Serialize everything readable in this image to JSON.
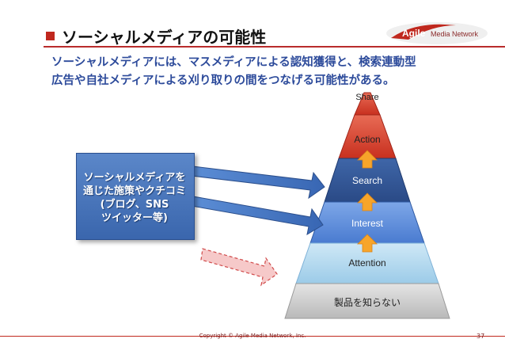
{
  "header": {
    "title": "ソーシャルメディアの可能性",
    "subtitle_lines": [
      "ソーシャルメディアには、マスメディアによる認知獲得と、検索連動型",
      "広告や自社メディアによる刈り取りの間をつなげる可能性がある。"
    ]
  },
  "logo": {
    "brand": "Agile",
    "name": "Media Network"
  },
  "left_box": {
    "lines": [
      "ソーシャルメディアを",
      "通じた施策やクチコミ",
      "(ブログ、SNS",
      "ツイッター等)"
    ]
  },
  "pyramid": {
    "levels": [
      "Share",
      "Action",
      "Search",
      "Interest",
      "Attention",
      "製品を知らない"
    ]
  },
  "footer": {
    "copyright": "Copyright © Agile Media Network, Inc.",
    "page": "37"
  },
  "colors": {
    "accent": "#c0281e",
    "subtitle": "#2d4b9b",
    "red_layer": "#d43a2a",
    "blue_layer": "#4c7fd0",
    "light_layer": "#a9d3ec",
    "gray_layer": "#c9c9c9",
    "up_arrow": "#f7a52a"
  }
}
